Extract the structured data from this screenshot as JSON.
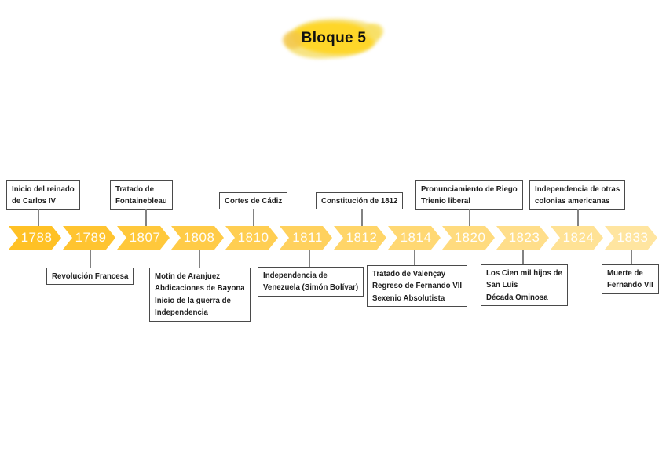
{
  "title": {
    "text": "Bloque 5"
  },
  "timeline": {
    "years": [
      "1788",
      "1789",
      "1807",
      "1808",
      "1810",
      "1811",
      "1812",
      "1814",
      "1820",
      "1823",
      "1824",
      "1833"
    ]
  },
  "events": {
    "top": [
      {
        "year": "1788",
        "text": "Inicio del reinado\nde Carlos IV"
      },
      {
        "year": "1807",
        "text": "Tratado de\nFontainebleau"
      },
      {
        "year": "1810",
        "text": "Cortes de Cádiz"
      },
      {
        "year": "1812",
        "text": "Constitución de 1812"
      },
      {
        "year": "1820",
        "text": "Pronunciamiento de Riego\nTrienio liberal"
      },
      {
        "year": "1824",
        "text": "Independencia de otras\ncolonias americanas"
      }
    ],
    "bottom": [
      {
        "year": "1789",
        "text": "Revolución Francesa"
      },
      {
        "year": "1808",
        "text": "Motín de Aranjuez\nAbdicaciones de Bayona\nInicio de la guerra de\nIndependencia"
      },
      {
        "year": "1811",
        "text": "Independencia de\nVenezuela (Simón Bolívar)"
      },
      {
        "year": "1814",
        "text": "Tratado de Valençay\nRegreso de Fernando VII\nSexenio Absolutista"
      },
      {
        "year": "1823",
        "text": "Los Cien mil hijos de\nSan Luis\nDécada Ominosa"
      },
      {
        "year": "1833",
        "text": "Muerte de\nFernando VII"
      }
    ]
  },
  "colors": {
    "chevron_gradient_start": "#FFC125",
    "chevron_gradient_end": "#FFE5A0",
    "title_highlight": "#FFD522",
    "box_border": "#4A4A4A",
    "connector": "#828282",
    "year_text": "#FFFFFF"
  }
}
